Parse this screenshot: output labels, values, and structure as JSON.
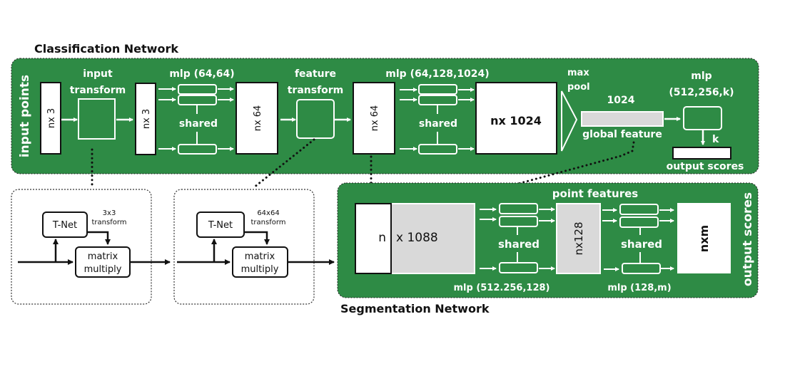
{
  "colors": {
    "panel_green": "#2e8b45",
    "gray_block": "#d9d9d9",
    "white": "#ffffff",
    "black": "#111111"
  },
  "classification": {
    "title": "Classification Network",
    "side_label": "input points",
    "blocks": {
      "input": "nx 3",
      "after_input_transform": "nx 3",
      "after_mlp1": "nx 64",
      "after_feature_transform": "nx 64",
      "after_mlp2": "nx 1024"
    },
    "input_transform_label": [
      "input",
      "transform"
    ],
    "feature_transform_label": [
      "feature",
      "transform"
    ],
    "mlp1_label": "mlp (64,64)",
    "mlp2_label": "mlp (64,128,1024)",
    "shared_label": "shared",
    "max_pool_label": [
      "max",
      "pool"
    ],
    "global_feature_size": "1024",
    "global_feature_label": "global feature",
    "mlp3_label": [
      "mlp",
      "(512,256,k)"
    ],
    "k_label": "k",
    "output_scores_label": "output scores"
  },
  "tnet_details": [
    {
      "tnet_label": "T-Net",
      "transform_label": [
        "3x3",
        "transform"
      ],
      "op_label": [
        "matrix",
        "multiply"
      ]
    },
    {
      "tnet_label": "T-Net",
      "transform_label": [
        "64x64",
        "transform"
      ],
      "op_label": [
        "matrix",
        "multiply"
      ]
    }
  ],
  "segmentation": {
    "title": "Segmentation Network",
    "side_label": "output scores",
    "concat_n_label": "n",
    "concat_dim_label": "x 1088",
    "point_features_label": "point features",
    "shared_label": "shared",
    "mlp1_label": "mlp (512.256,128)",
    "mid_block": "nx128",
    "mlp2_label": "mlp (128,m)",
    "output_block": "nxm"
  }
}
